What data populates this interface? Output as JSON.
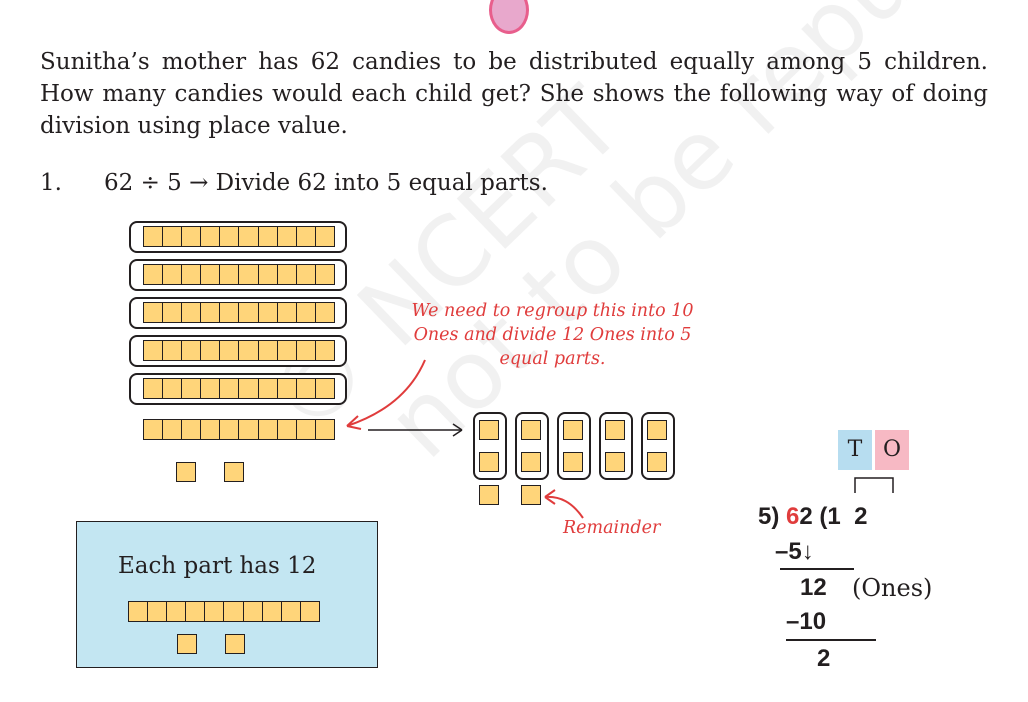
{
  "intro_text": "Sunitha’s mother has 62 candies to be distributed equally among 5 children. How many candies would each child get? She shows the following way of doing division using place value.",
  "step": {
    "number": "1.",
    "text": "62 ÷ 5 → Divide 62 into 5 equal parts."
  },
  "watermark": {
    "line1": "© NCERT",
    "line2": "not to be republished"
  },
  "model": {
    "grouped_tens": 5,
    "extra_tens": 1,
    "loose_ones": 2,
    "ones_per_part": 2,
    "parts": 5
  },
  "callout_text": "We need to regroup this into 10 Ones and divide 12 Ones into 5 equal parts.",
  "remainder_label": "Remainder",
  "result": {
    "text": "Each part has 12"
  },
  "place_value": {
    "tens_label": "T",
    "ones_label": "O",
    "tens_color": "#b7ddf0",
    "ones_color": "#f7b9c4"
  },
  "long_division": {
    "divisor_part": "5)",
    "dividend_tens": "6",
    "dividend_ones": "2",
    "quotient": "(1  2",
    "subtract_1": "–5↓",
    "bring_down": "12",
    "bring_down_note": "(Ones)",
    "subtract_2": "–10",
    "remainder": "2",
    "highlight_color": "#e03c3c"
  },
  "colors": {
    "accent_red": "#e03c3c",
    "block_fill": "#ffd57a",
    "box_fill": "#c3e6f2"
  }
}
